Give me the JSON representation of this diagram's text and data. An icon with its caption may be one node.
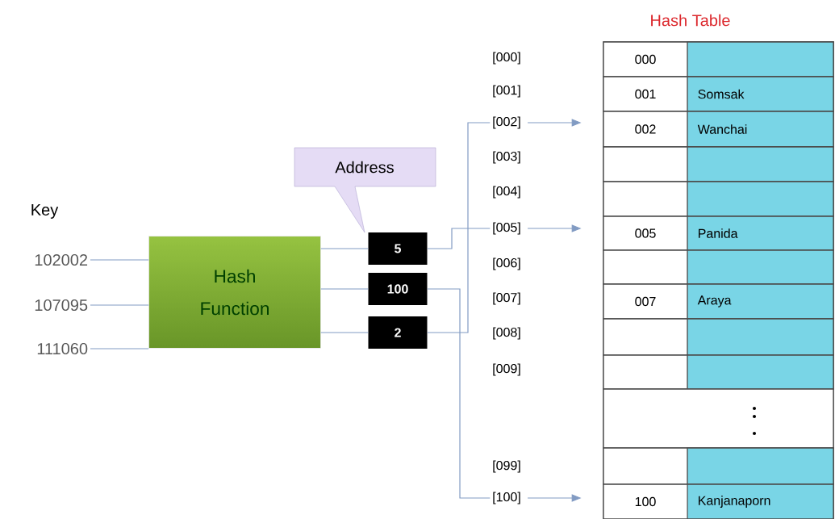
{
  "diagram": {
    "nodes": [
      {
        "text": [
          "102002"
        ]
      },
      {
        "text": [
          "107095"
        ]
      },
      {
        "text": [
          "111060"
        ]
      },
      {
        "text": [
          "Hash Function"
        ]
      },
      {
        "text": [
          "Address"
        ]
      },
      {
        "text": [
          "5"
        ]
      },
      {
        "text": [
          "100"
        ]
      },
      {
        "text": [
          "2"
        ]
      },
      {
        "text": [
          "[002]"
        ]
      },
      {
        "text": [
          "[005]"
        ]
      },
      {
        "text": [
          "[100]"
        ]
      },
      {
        "text": [
          "Hash Table"
        ]
      },
      {
        "text": [
          "000"
        ],
        "in": 11
      },
      {
        "text": [
          "001",
          "Somsak"
        ],
        "in": 11
      },
      {
        "text": [
          "002",
          "Wanchai"
        ],
        "in": 11
      },
      {
        "text": [],
        "shape": "box",
        "in": 11
      },
      {
        "text": [],
        "shape": "box",
        "in": 11
      },
      {
        "text": [
          "005",
          "Panida"
        ],
        "in": 11
      },
      {
        "text": [],
        "shape": "box",
        "in": 11
      },
      {
        "text": [
          "007",
          "Araya"
        ],
        "in": 11
      },
      {
        "text": [],
        "shape": "box",
        "in": 11
      },
      {
        "text": [],
        "shape": "box",
        "in": 11
      },
      {
        "text": [],
        "shape": "box",
        "in": 11
      },
      {
        "text": [],
        "shape": "box",
        "in": 11
      },
      {
        "text": [
          "100",
          "Kanjanaporn"
        ],
        "in": 11
      }
    ],
    "edges": [
      {
        "from": 0,
        "to": 3,
        "arrow": "none"
      },
      {
        "from": 1,
        "to": 3,
        "arrow": "none"
      },
      {
        "from": 2,
        "to": 3,
        "arrow": "none"
      },
      {
        "from": 3,
        "to": 5,
        "arrow": "none"
      },
      {
        "from": 3,
        "to": 6,
        "arrow": "none"
      },
      {
        "from": 3,
        "to": 7,
        "arrow": "none"
      },
      {
        "from": 5,
        "to": 9,
        "arrow": "none"
      },
      {
        "from": 6,
        "to": 10,
        "arrow": "none"
      },
      {
        "from": 7,
        "to": 8,
        "arrow": "none"
      },
      {
        "from": 8,
        "to": 14,
        "arrow": "to"
      },
      {
        "from": 9,
        "to": 17,
        "arrow": "to"
      },
      {
        "from": 10,
        "to": 24,
        "arrow": "to"
      }
    ],
    "labels": [
      "Key",
      "[000]",
      "[001]",
      "[003]",
      "[004]",
      "[006]",
      "[007]",
      "[008]",
      "[009]",
      "[099]"
    ]
  }
}
